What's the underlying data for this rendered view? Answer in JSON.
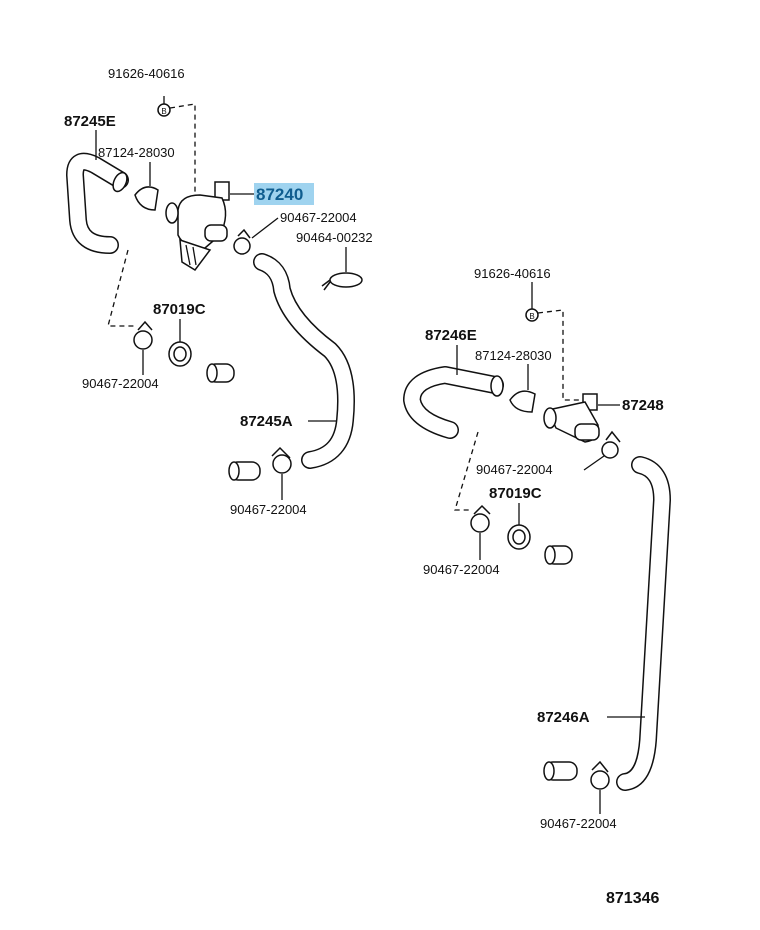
{
  "labels": {
    "bolt_left": "91626-40616",
    "hose_e_left": "87245E",
    "gasket_left": "87124-28030",
    "valve_left": "87240",
    "clamp_left_upper": "90467-22004",
    "clip_left": "90464-00232",
    "grommet_left": "87019C",
    "clamp_left_lower": "90467-22004",
    "hose_a_left": "87245A",
    "clamp_left_bottom": "90467-22004",
    "bolt_right": "91626-40616",
    "hose_e_right": "87246E",
    "gasket_right": "87124-28030",
    "valve_right": "87248",
    "clamp_right_upper": "90467-22004",
    "grommet_right": "87019C",
    "clamp_right_lower": "90467-22004",
    "hose_a_right": "87246A",
    "clamp_right_bottom": "90467-22004",
    "diagram_id": "871346"
  },
  "colors": {
    "highlight_bg": "#9fd3ef",
    "highlight_text": "#0f5d8f",
    "line": "#111111"
  }
}
